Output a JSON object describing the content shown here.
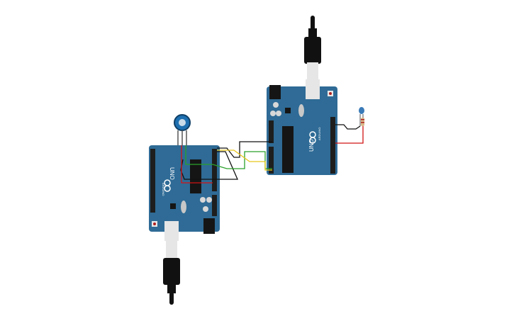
{
  "boards": [
    {
      "model": "UNO",
      "brand": "ARDUINO"
    },
    {
      "model": "UNO",
      "brand": "ARDUINO"
    }
  ],
  "components": {
    "potentiometer": "potentiometer",
    "led": "led",
    "resistor": "resistor"
  },
  "colors": {
    "board": "#2f6b96",
    "board_dark": "#21506f",
    "header": "#1e1e1e",
    "chip": "#151515",
    "usb_plug": "#111111",
    "usb_metal": "#e6e6e6",
    "wire_black": "#111111",
    "wire_green": "#2aa12a",
    "wire_yellow": "#e8c51a",
    "wire_red": "#d21414",
    "led_blue": "#3a7ab8",
    "pot_body": "#1d6fb0"
  },
  "wires": [
    {
      "color": "black",
      "from": "board-1",
      "to": "board-2"
    },
    {
      "color": "green",
      "from": "board-1",
      "to": "board-2"
    },
    {
      "color": "yellow",
      "from": "board-1",
      "to": "board-2"
    },
    {
      "color": "red",
      "from": "potentiometer",
      "to": "board-1"
    },
    {
      "color": "black",
      "from": "board-2",
      "to": "led"
    },
    {
      "color": "red",
      "from": "board-2",
      "to": "resistor"
    }
  ]
}
